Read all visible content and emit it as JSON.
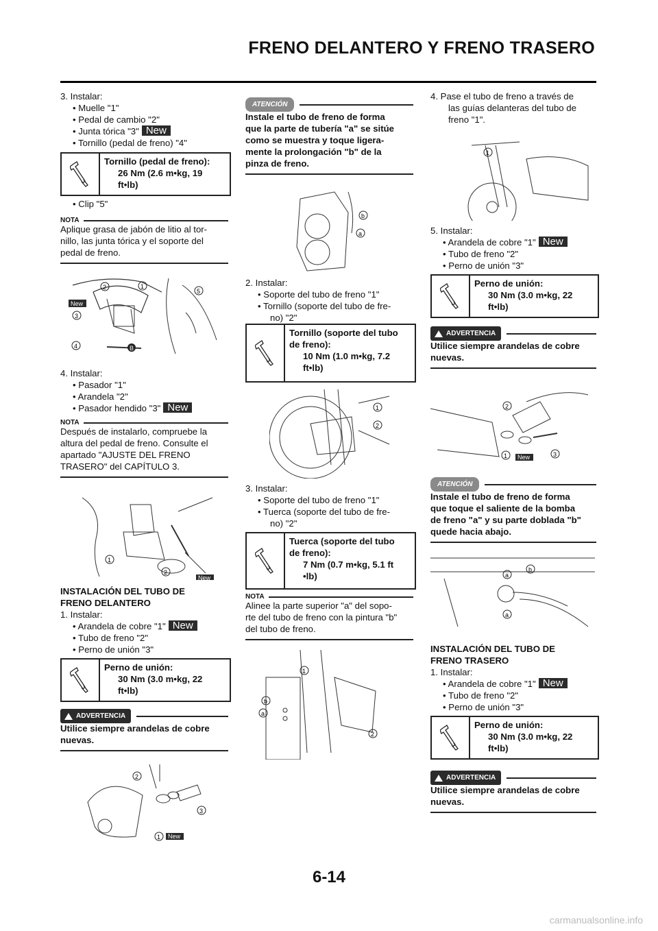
{
  "header": {
    "title": "FRENO DELANTERO Y FRENO TRASERO"
  },
  "page_number": "6-14",
  "watermark": "carmanualsonline.info",
  "new_label": "New",
  "nota_label": "NOTA",
  "atencion_label": "ATENCIÓN",
  "advertencia_label": "ADVERTENCIA",
  "col1": {
    "step3": {
      "title": "3.  Instalar:",
      "items": [
        "• Muelle \"1\"",
        "• Pedal de cambio \"2\"",
        "• Junta tórica \"3\"",
        "• Tornillo (pedal de freno) \"4\""
      ]
    },
    "spec1": {
      "label": "Tornillo (pedal de freno):",
      "value1": "26 Nm (2.6 m•kg, 19",
      "value2": "ft•lb)"
    },
    "clip": "• Clip \"5\"",
    "nota1": [
      "Aplique grasa de jabón de litio al tor-",
      "nillo, las junta tórica y el soporte del",
      "pedal de freno."
    ],
    "step4": {
      "title": "4.  Instalar:",
      "items": [
        "• Pasador \"1\"",
        "• Arandela \"2\"",
        "• Pasador hendido \"3\""
      ]
    },
    "nota2": [
      "Después de instalarlo, compruebe la",
      "altura del pedal de freno. Consulte el",
      "apartado \"AJUSTE DEL FRENO",
      "TRASERO\" del CAPÍTULO 3."
    ],
    "section_title": [
      "INSTALACIÓN DEL TUBO DE",
      "FRENO DELANTERO"
    ],
    "step1": {
      "title": "1.  Instalar:",
      "items": [
        "• Arandela de cobre \"1\"",
        "• Tubo de freno \"2\"",
        "• Perno de unión \"3\""
      ]
    },
    "spec2": {
      "label": "Perno de unión:",
      "value1": "30 Nm (3.0 m•kg, 22",
      "value2": "ft•lb)"
    },
    "warn1": [
      "Utilice siempre arandelas de cobre",
      "nuevas."
    ]
  },
  "col2": {
    "att1": [
      "Instale el tubo de freno de forma",
      "que la parte de tubería \"a\" se sitúe",
      "como se muestra y toque ligera-",
      "mente la prolongación \"b\" de la",
      "pinza de freno."
    ],
    "step2": {
      "title": "2.  Instalar:",
      "items": [
        "• Soporte del tubo de freno \"1\"",
        "• Tornillo (soporte del tubo de fre-",
        "no) \"2\""
      ]
    },
    "spec3": {
      "label1": "Tornillo (soporte del tubo",
      "label2": "de freno):",
      "value1": "10 Nm (1.0 m•kg, 7.2",
      "value2": "ft•lb)"
    },
    "step3": {
      "title": "3.  Instalar:",
      "items": [
        "• Soporte del tubo de freno \"1\"",
        "• Tuerca (soporte del tubo de fre-",
        "no) \"2\""
      ]
    },
    "spec4": {
      "label1": "Tuerca (soporte del tubo",
      "label2": "de freno):",
      "value1": "7 Nm (0.7 m•kg, 5.1 ft",
      "value2": "•lb)"
    },
    "nota3": [
      "Alinee la parte superior \"a\" del sopo-",
      "rte del tubo de freno con la pintura \"b\"",
      "del tubo de freno."
    ]
  },
  "col3": {
    "step4": [
      "4.  Pase el tubo de freno a través de",
      "las guías delanteras del tubo de",
      "freno \"1\"."
    ],
    "step5": {
      "title": "5.  Instalar:",
      "items": [
        "• Arandela de cobre \"1\"",
        "• Tubo de freno \"2\"",
        "• Perno de unión \"3\""
      ]
    },
    "spec5": {
      "label": "Perno de unión:",
      "value1": "30 Nm (3.0 m•kg, 22",
      "value2": "ft•lb)"
    },
    "warn2": [
      "Utilice siempre arandelas de cobre",
      "nuevas."
    ],
    "att2": [
      "Instale el tubo de freno de forma",
      "que toque el saliente de la bomba",
      "de freno \"a\" y su parte doblada \"b\"",
      "quede hacia abajo."
    ],
    "section_title": [
      "INSTALACIÓN DEL TUBO DE",
      "FRENO TRASERO"
    ],
    "step1": {
      "title": "1.  Instalar:",
      "items": [
        "• Arandela de cobre \"1\"",
        "• Tubo de freno \"2\"",
        "• Perno de unión \"3\""
      ]
    },
    "spec6": {
      "label": "Perno de unión:",
      "value1": "30 Nm (3.0 m•kg, 22",
      "value2": "ft•lb)"
    },
    "warn3": [
      "Utilice siempre arandelas de cobre",
      "nuevas."
    ]
  },
  "callouts": {
    "n1": "1",
    "n2": "2",
    "n3": "3",
    "n4": "4",
    "n5": "5",
    "a": "a",
    "b": "b",
    "B": "B"
  }
}
